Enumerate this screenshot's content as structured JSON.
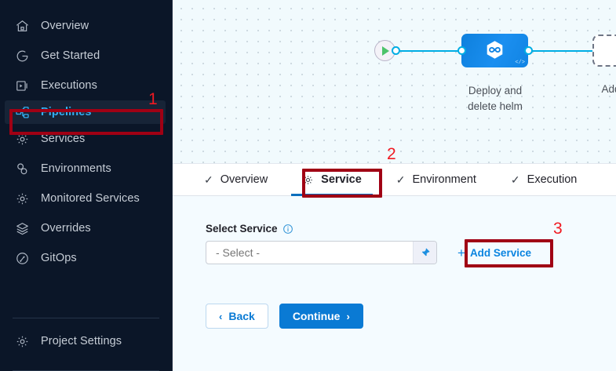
{
  "sidebar": {
    "items": [
      {
        "label": "Overview",
        "icon": "home-icon",
        "active": false
      },
      {
        "label": "Get Started",
        "icon": "rocket-circle-icon",
        "active": false
      },
      {
        "label": "Executions",
        "icon": "play-box-icon",
        "active": false
      },
      {
        "label": "Pipelines",
        "icon": "pipeline-nodes-icon",
        "active": true
      },
      {
        "label": "Services",
        "icon": "gear-icon",
        "active": false
      },
      {
        "label": "Environments",
        "icon": "environments-icon",
        "active": false
      },
      {
        "label": "Monitored Services",
        "icon": "monitored-gear-icon",
        "active": false
      },
      {
        "label": "Overrides",
        "icon": "layers-icon",
        "active": false
      },
      {
        "label": "GitOps",
        "icon": "gitops-icon",
        "active": false
      }
    ],
    "footer": {
      "label": "Project Settings",
      "icon": "gear-icon"
    },
    "colors": {
      "bg": "#0b1628",
      "active_bg": "#172437",
      "active_text": "#33b0f4",
      "text": "#c6cdd6"
    }
  },
  "canvas": {
    "start_node": "start-play-node",
    "end_node": "end-stop-node",
    "stage": {
      "label_line1": "Deploy and",
      "label_line2": "delete helm",
      "icon": "harness-hexagon-icon",
      "code_glyph": "</>",
      "color": "#1184e3"
    },
    "add_stage": {
      "label": "Add Stage",
      "plus": "+"
    },
    "connector_color": "#00ade4"
  },
  "tabs": [
    {
      "label": "Overview",
      "icon": "check-icon",
      "active": false
    },
    {
      "label": "Service",
      "icon": "gear-icon",
      "active": true
    },
    {
      "label": "Environment",
      "icon": "check-icon",
      "active": false
    },
    {
      "label": "Execution",
      "icon": "check-icon",
      "active": false
    }
  ],
  "form": {
    "select_service": {
      "label": "Select Service",
      "info_icon": "info-icon",
      "placeholder": "- Select -",
      "value": "",
      "pin_icon": "thumbtack-icon"
    },
    "add_service": {
      "plus": "+",
      "label": "Add Service"
    },
    "buttons": {
      "back": {
        "label": "Back",
        "chevron": "‹"
      },
      "continue": {
        "label": "Continue",
        "chevron": "›"
      }
    }
  },
  "annotations": [
    {
      "number": "1",
      "target": "sidebar-item-pipelines"
    },
    {
      "number": "2",
      "target": "tab-service"
    },
    {
      "number": "3",
      "target": "add-service-link"
    }
  ],
  "colors": {
    "accent_blue": "#0a7ad4",
    "link_blue": "#0a84e0",
    "annotation_box": "#a00014",
    "annotation_number": "#f01a22",
    "content_bg": "#f4fbff"
  }
}
